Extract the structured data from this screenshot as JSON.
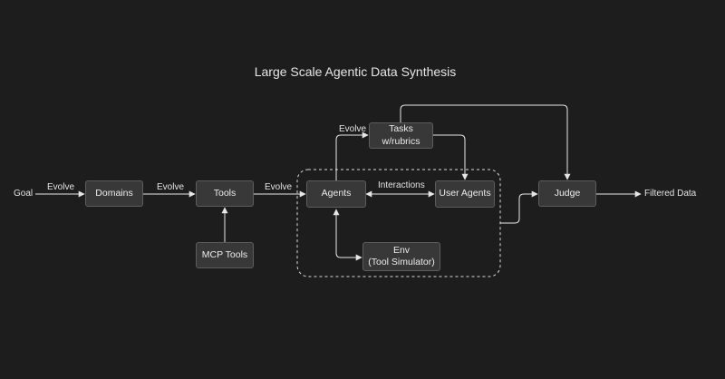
{
  "title": "Large Scale Agentic Data Synthesis",
  "nodes": {
    "domains": "Domains",
    "tools": "Tools",
    "mcp_tools": "MCP Tools",
    "agents": "Agents",
    "tasks": "Tasks\nw/rubrics",
    "user_agents": "User Agents",
    "env": "Env\n(Tool Simulator)",
    "judge": "Judge"
  },
  "labels": {
    "goal": "Goal",
    "filtered_data": "Filtered Data",
    "evolve_goal_domains": "Evolve",
    "evolve_domains_tools": "Evolve",
    "evolve_tools_agents": "Evolve",
    "evolve_agents_tasks": "Evolve",
    "interactions": "Interactions"
  },
  "colors": {
    "background": "#1e1d1e",
    "node_fill": "#383838",
    "node_border": "#5c5c5c",
    "line": "#e6e6e6"
  }
}
